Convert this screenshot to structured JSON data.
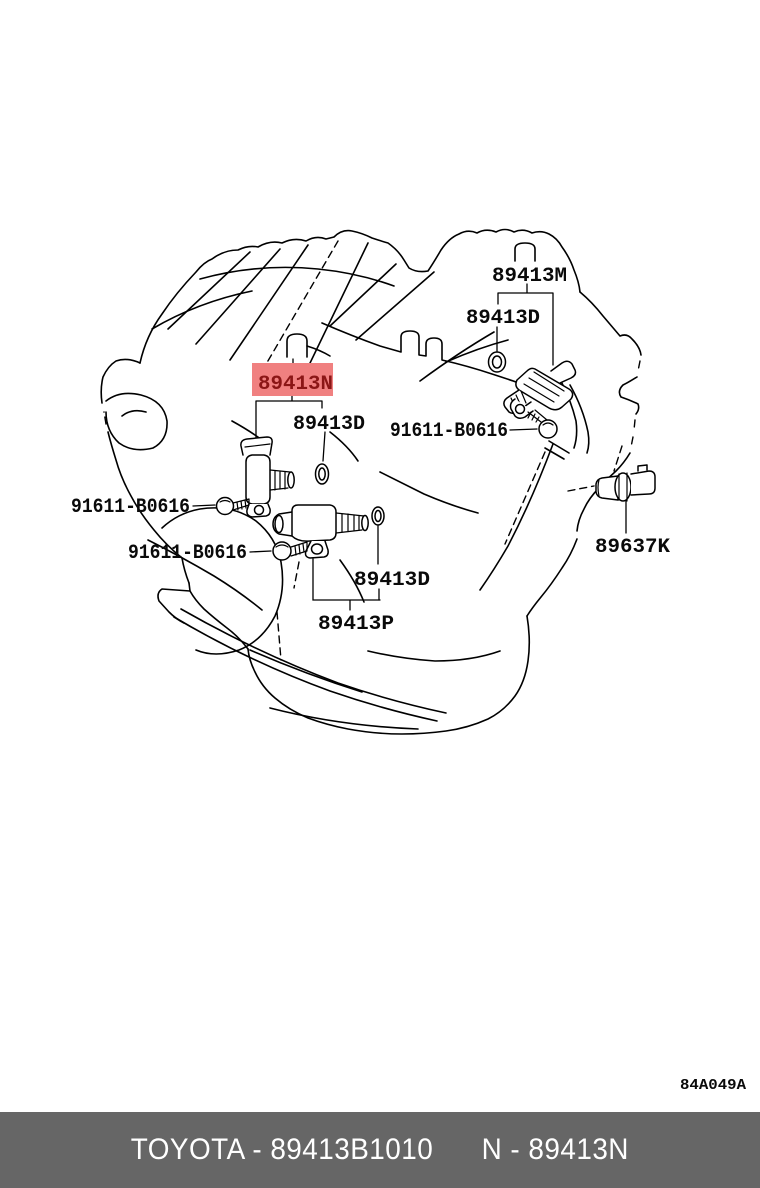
{
  "colors": {
    "highlight_bg": "#f08080",
    "highlight_text": "#8b1616",
    "footer_bg": "#666666",
    "footer_text": "#ffffff",
    "line": "#000000"
  },
  "diagram": {
    "figure_code": "84A049A",
    "highlighted_part": "89413N",
    "labels": {
      "sensor_m": "89413M",
      "oring_top": "89413D",
      "sensor_n": "89413N",
      "oring_mid": "89413D",
      "bolt_right": "91611-B0616",
      "bolt_left": "91611-B0616",
      "bolt_lower": "91611-B0616",
      "oring_low": "89413D",
      "sensor_p": "89413P",
      "switch_k": "89637K"
    }
  },
  "footer": {
    "left": "TOYOTA - 89413B1010",
    "right": "N - 89413N"
  }
}
